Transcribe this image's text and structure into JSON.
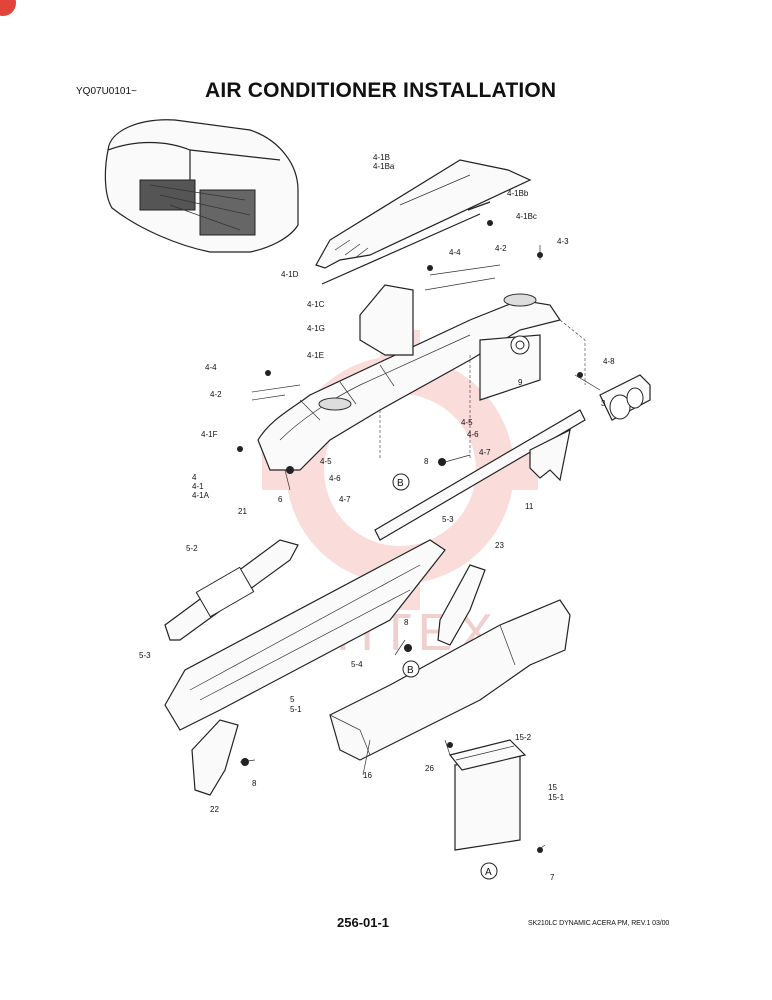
{
  "header": {
    "serial": "YQ07U0101~",
    "title": "AIR CONDITIONER INSTALLATION"
  },
  "footer": {
    "page_number": "256-01-1",
    "reference": "SK210LC DYNAMIC ACERA PM, REV.1 03/00"
  },
  "callouts": [
    "4-1B",
    "4-1Ba",
    "4-1Bb",
    "4-1Bc",
    "4-1D",
    "4-4",
    "4-2",
    "4-3",
    "4-1C",
    "4-1G",
    "4-1E",
    "9",
    "4-8",
    "3",
    "4-4",
    "4-2",
    "4-5",
    "4-6",
    "4-7",
    "4-1F",
    "8",
    "4",
    "4-1",
    "4-1A",
    "6",
    "4-5",
    "4-6",
    "4-7",
    "21",
    "11",
    "5-3",
    "23",
    "5-2",
    "8",
    "5-3",
    "5-4",
    "5",
    "5-1",
    "15-2",
    "16",
    "26",
    "15",
    "15-1",
    "8",
    "22",
    "7"
  ],
  "section_markers": [
    "B",
    "B",
    "A"
  ],
  "watermark": "КНТЕХ",
  "colors": {
    "corner_mark": "#e0443a",
    "watermark": "#f4b3b0"
  }
}
